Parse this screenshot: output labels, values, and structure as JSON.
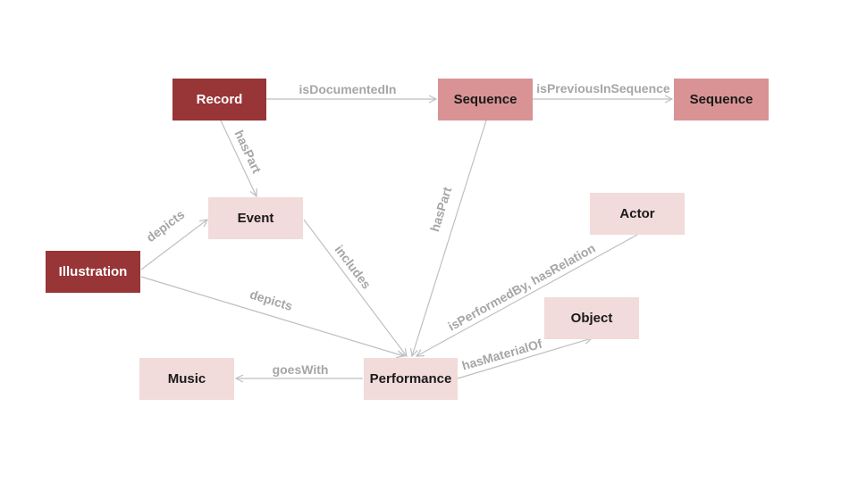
{
  "nodes": {
    "record": "Record",
    "sequence1": "Sequence",
    "sequence2": "Sequence",
    "event": "Event",
    "actor": "Actor",
    "illustration": "Illustration",
    "object": "Object",
    "music": "Music",
    "performance": "Performance"
  },
  "edges": {
    "record_sequence": "isDocumentedIn",
    "sequence_sequence": "isPreviousInSequence",
    "record_event": "hasPart",
    "sequence_performance": "hasPart",
    "illustration_event": "depicts",
    "event_performance": "includes",
    "illustration_performance": "depicts",
    "actor_performance": "isPerformedBy, hasRelation",
    "performance_object": "hasMaterialOf",
    "performance_music": "goesWith"
  },
  "colors": {
    "dark_node": "#973537",
    "mid_node": "#d99394",
    "light_node": "#f2dbdb",
    "edge": "#bfbfbf",
    "edge_label": "#a6a6a6"
  }
}
